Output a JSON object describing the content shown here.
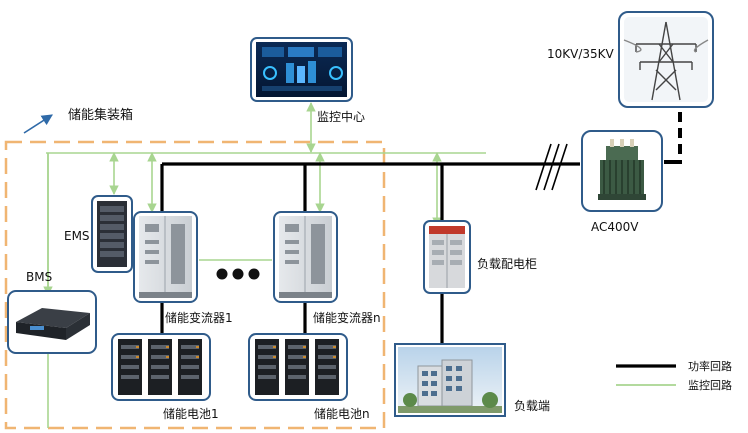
{
  "labels": {
    "hv_grid": "10KV/35KV",
    "monitoring_center": "监控中心",
    "container": "储能集装箱",
    "ems": "EMS",
    "bms": "BMS",
    "pcs_1": "储能变流器1",
    "pcs_n": "储能变流器n",
    "battery_1": "储能电池1",
    "battery_n": "储能电池n",
    "load_cabinet": "负载配电柜",
    "load_end": "负载端",
    "transformer": "AC400V"
  },
  "legend": {
    "power_loop": "功率回路",
    "monitor_loop": "监控回路"
  },
  "colors": {
    "power_line": "#000000",
    "monitor_line": "#a8d590",
    "container_border": "#f0b572",
    "box_border": "#2f5b8a",
    "arrow": "#2f6aa8"
  }
}
